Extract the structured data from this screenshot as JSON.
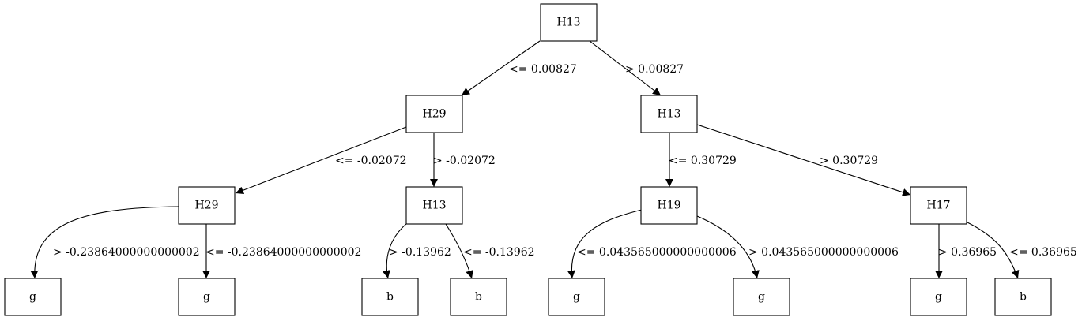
{
  "nodes": {
    "n0": "H13",
    "n1": "H29",
    "n2": "H13",
    "n3": "H29",
    "n4": "H13",
    "n5": "H19",
    "n6": "H17",
    "n7": "g",
    "n8": "g",
    "n9": "b",
    "n10": "b",
    "n11": "g",
    "n12": "g",
    "n13": "g",
    "n14": "b"
  },
  "edges": {
    "e0": {
      "from": "n0",
      "to": "n1",
      "label": "<= 0.00827"
    },
    "e1": {
      "from": "n0",
      "to": "n2",
      "label": "> 0.00827"
    },
    "e2": {
      "from": "n1",
      "to": "n3",
      "label": "<= -0.02072"
    },
    "e3": {
      "from": "n1",
      "to": "n4",
      "label": "> -0.02072"
    },
    "e4": {
      "from": "n2",
      "to": "n5",
      "label": "<= 0.30729"
    },
    "e5": {
      "from": "n2",
      "to": "n6",
      "label": "> 0.30729"
    },
    "e6": {
      "from": "n3",
      "to": "n7",
      "label": "> -0.23864000000000002"
    },
    "e7": {
      "from": "n3",
      "to": "n8",
      "label": "<= -0.23864000000000002"
    },
    "e8": {
      "from": "n4",
      "to": "n9",
      "label": "> -0.13962"
    },
    "e9": {
      "from": "n4",
      "to": "n10",
      "label": "<= -0.13962"
    },
    "e10": {
      "from": "n5",
      "to": "n11",
      "label": "<= 0.043565000000000006"
    },
    "e11": {
      "from": "n5",
      "to": "n12",
      "label": "> 0.043565000000000006"
    },
    "e12": {
      "from": "n6",
      "to": "n13",
      "label": "> 0.36965"
    },
    "e13": {
      "from": "n6",
      "to": "n14",
      "label": "<= 0.36965"
    }
  }
}
